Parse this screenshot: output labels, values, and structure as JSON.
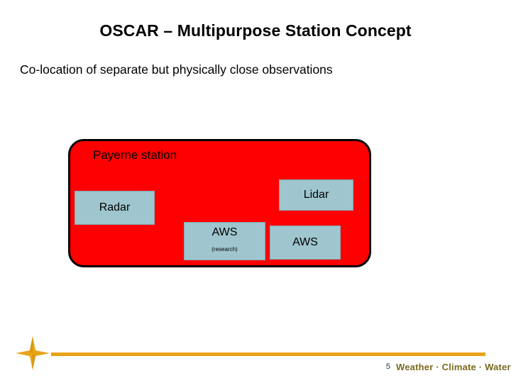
{
  "slide": {
    "title": "OSCAR – Multipurpose Station Concept",
    "subtitle": "Co-location of separate but physically close observations",
    "diagram": {
      "container_label": "Payerne station",
      "nodes": [
        {
          "label": "Radar",
          "sublabel": ""
        },
        {
          "label": "Lidar",
          "sublabel": ""
        },
        {
          "label": "AWS",
          "sublabel": "(research)"
        },
        {
          "label": "AWS",
          "sublabel": ""
        }
      ],
      "colors": {
        "container_fill": "#ff0000",
        "container_border": "#000000",
        "node_fill": "#9fc6cf"
      }
    },
    "footer": {
      "page_number": "5",
      "brand": "Weather · Climate · Water",
      "accent_color": "#e8a317",
      "compass_icon": "compass-rose-icon"
    }
  }
}
